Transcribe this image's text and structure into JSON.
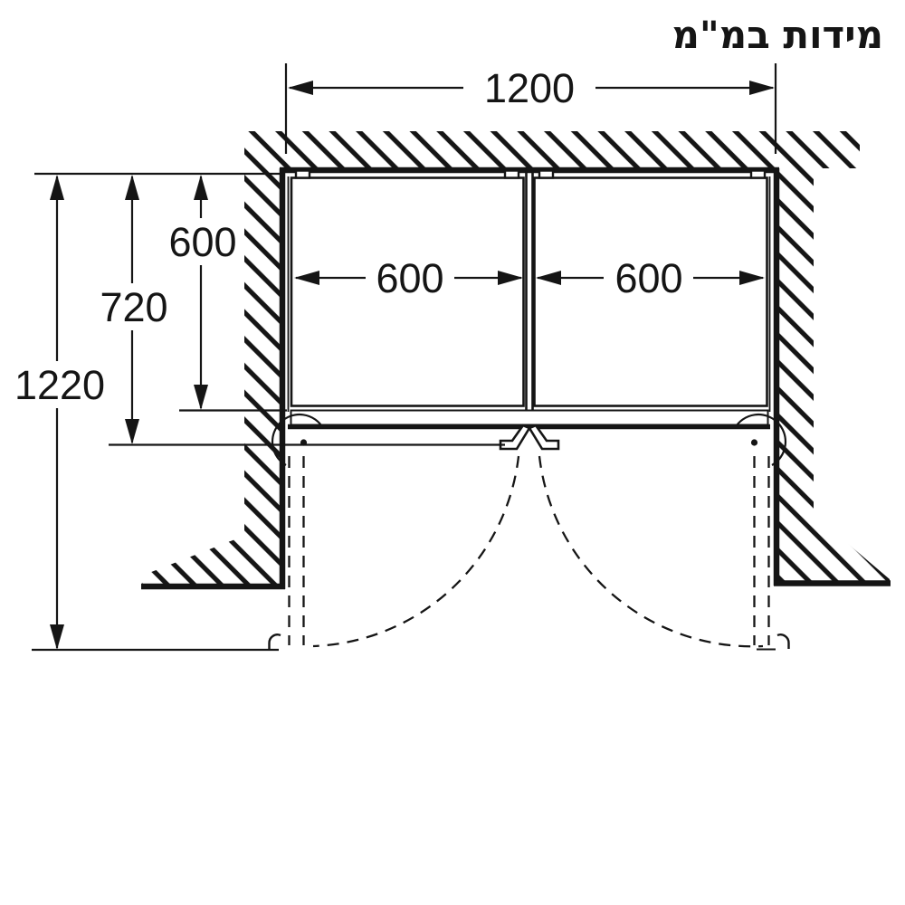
{
  "title": "מידות במ\"מ",
  "colors": {
    "ink": "#151515",
    "background": "#ffffff"
  },
  "diagram": {
    "type": "installation-dimension-drawing",
    "subject": "side-by-side two-door appliance in wall niche, top view with door swing arcs",
    "dimensions": {
      "niche_width_mm": "1200",
      "left_door_width_mm": "600",
      "right_door_width_mm": "600",
      "depth_without_door_mm": "600",
      "depth_with_door_mm": "720",
      "depth_door_open_mm": "1220"
    }
  }
}
